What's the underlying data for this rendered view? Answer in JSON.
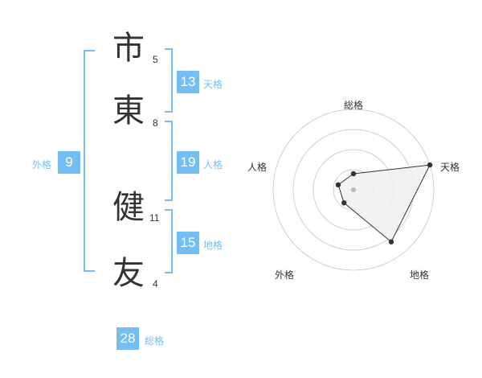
{
  "name": {
    "chars": [
      {
        "char": "市",
        "strokes": "5"
      },
      {
        "char": "東",
        "strokes": "8"
      },
      {
        "char": "健",
        "strokes": "11"
      },
      {
        "char": "友",
        "strokes": "4"
      }
    ]
  },
  "fortune": {
    "tenkaku": {
      "value": "13",
      "label": "天格"
    },
    "jinkaku": {
      "value": "19",
      "label": "人格"
    },
    "chikaku": {
      "value": "15",
      "label": "地格"
    },
    "gaikaku": {
      "value": "9",
      "label": "外格"
    },
    "soukaku": {
      "value": "28",
      "label": "総格"
    }
  },
  "chart_data": {
    "type": "radar",
    "axes": [
      "総格",
      "天格",
      "地格",
      "外格",
      "人格"
    ],
    "rings": 4,
    "values": [
      0.2,
      1.0,
      0.8,
      0.2,
      0.2
    ],
    "colors": {
      "accent": "#73bff3",
      "fill": "#f0f0f0",
      "line": "#333333",
      "ring": "#d0d0d0"
    }
  }
}
